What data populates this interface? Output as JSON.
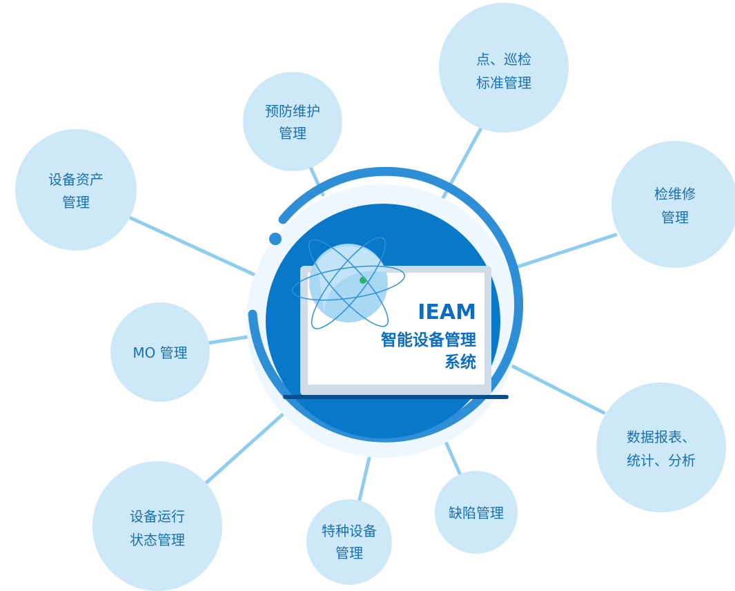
{
  "center": {
    "title": "IEAM",
    "subtitle_line1": "智能设备管理",
    "subtitle_line2": "系统"
  },
  "nodes": [
    {
      "id": "asset",
      "line1": "设备资产",
      "line2": "管理"
    },
    {
      "id": "preventive",
      "line1": "预防维护",
      "line2": "管理"
    },
    {
      "id": "inspection",
      "line1": "点、巡检",
      "line2": "标准管理"
    },
    {
      "id": "repair",
      "line1": "检维修",
      "line2": "管理"
    },
    {
      "id": "mo",
      "line1": "MO 管理",
      "line2": ""
    },
    {
      "id": "reports",
      "line1": "数据报表、",
      "line2": "统计、分析"
    },
    {
      "id": "running",
      "line1": "设备运行",
      "line2": "状态管理"
    },
    {
      "id": "special",
      "line1": "特种设备",
      "line2": "管理"
    },
    {
      "id": "defect",
      "line1": "缺陷管理",
      "line2": ""
    }
  ],
  "colors": {
    "node_fill": "#cde9f8",
    "connector": "#8ecdee",
    "ring_outer": "#2f8fd6",
    "core": "#0a78c9",
    "laptop_frame": "#cfdbe6",
    "laptop_screen": "#ffffff",
    "text": "#1a6fb3"
  }
}
